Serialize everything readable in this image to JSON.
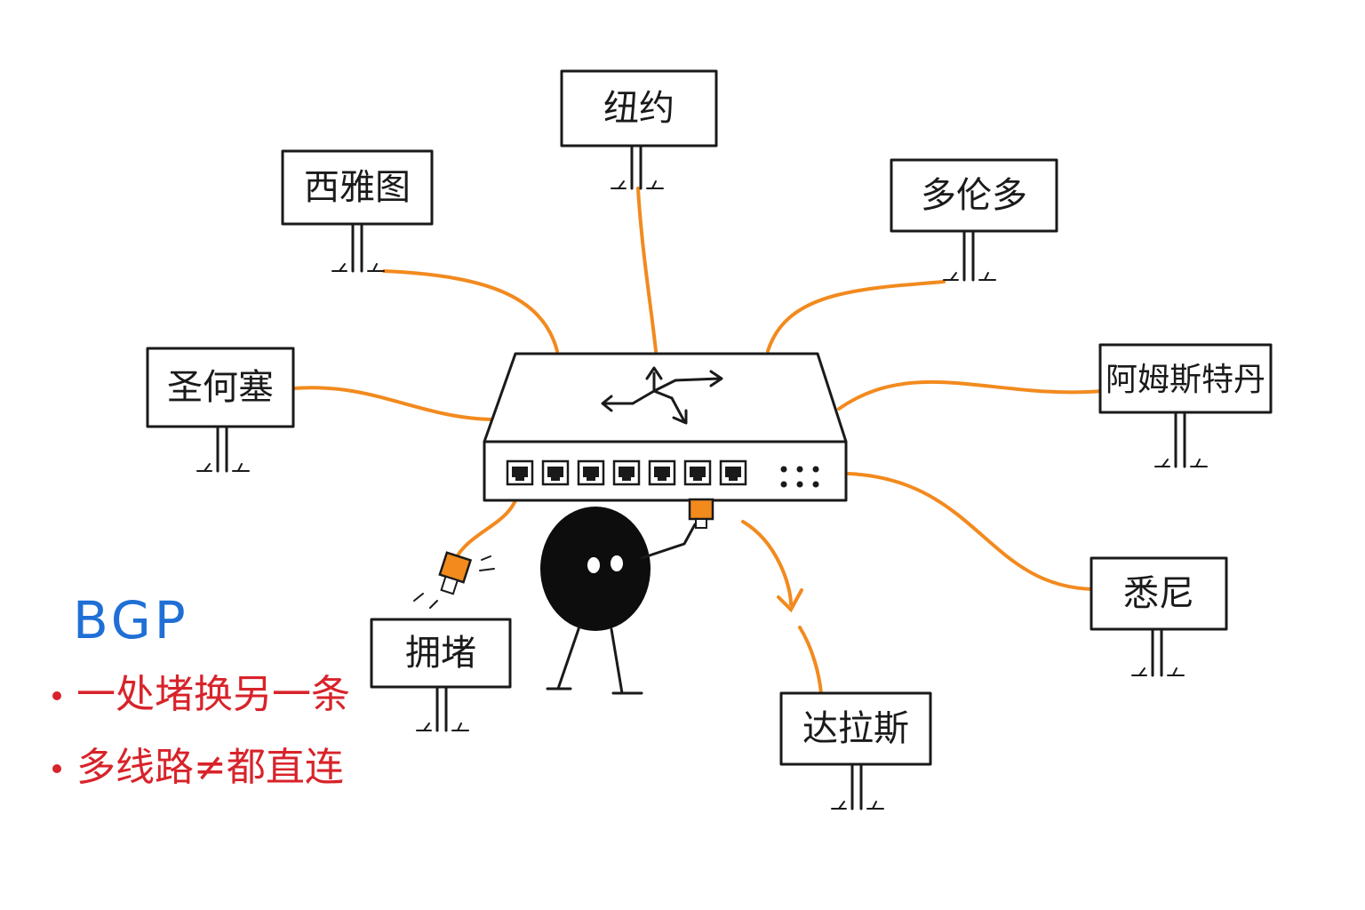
{
  "colors": {
    "cable": "#f28a1e",
    "ink": "#1a1a1a",
    "note_title": "#1f6fd6",
    "note_text": "#d8232a"
  },
  "signs": {
    "newyork": "纽约",
    "seattle": "西雅图",
    "toronto": "多伦多",
    "sanjose": "圣何塞",
    "amsterdam": "阿姆斯特丹",
    "congested": "拥堵",
    "sydney": "悉尼",
    "dallas": "达拉斯"
  },
  "note": {
    "title": "BGP",
    "items": [
      "一处堵换另一条",
      "多线路≠都直连"
    ]
  },
  "icons": [
    "router-arrows-icon",
    "ethernet-port-icon",
    "cable-plug-icon",
    "blob-character-icon",
    "signpost-icon"
  ]
}
